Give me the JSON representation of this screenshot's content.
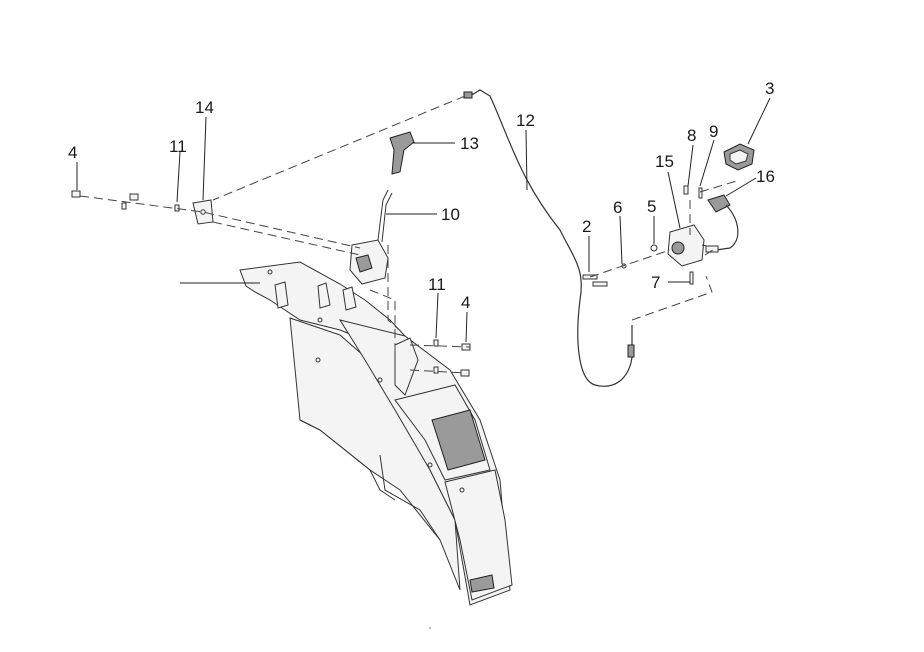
{
  "callouts": [
    {
      "id": "c3",
      "text": "3"
    },
    {
      "id": "c4a",
      "text": "4"
    },
    {
      "id": "c4b",
      "text": "4"
    },
    {
      "id": "c5",
      "text": "5"
    },
    {
      "id": "c6",
      "text": "6"
    },
    {
      "id": "c7",
      "text": "7"
    },
    {
      "id": "c8",
      "text": "8"
    },
    {
      "id": "c9",
      "text": "9"
    },
    {
      "id": "c2",
      "text": "2"
    },
    {
      "id": "c10",
      "text": "10"
    },
    {
      "id": "c11a",
      "text": "11"
    },
    {
      "id": "c11b",
      "text": "11"
    },
    {
      "id": "c12",
      "text": "12"
    },
    {
      "id": "c13",
      "text": "13"
    },
    {
      "id": "c14",
      "text": "14"
    },
    {
      "id": "c15",
      "text": "15"
    },
    {
      "id": "c16",
      "text": "16"
    }
  ]
}
